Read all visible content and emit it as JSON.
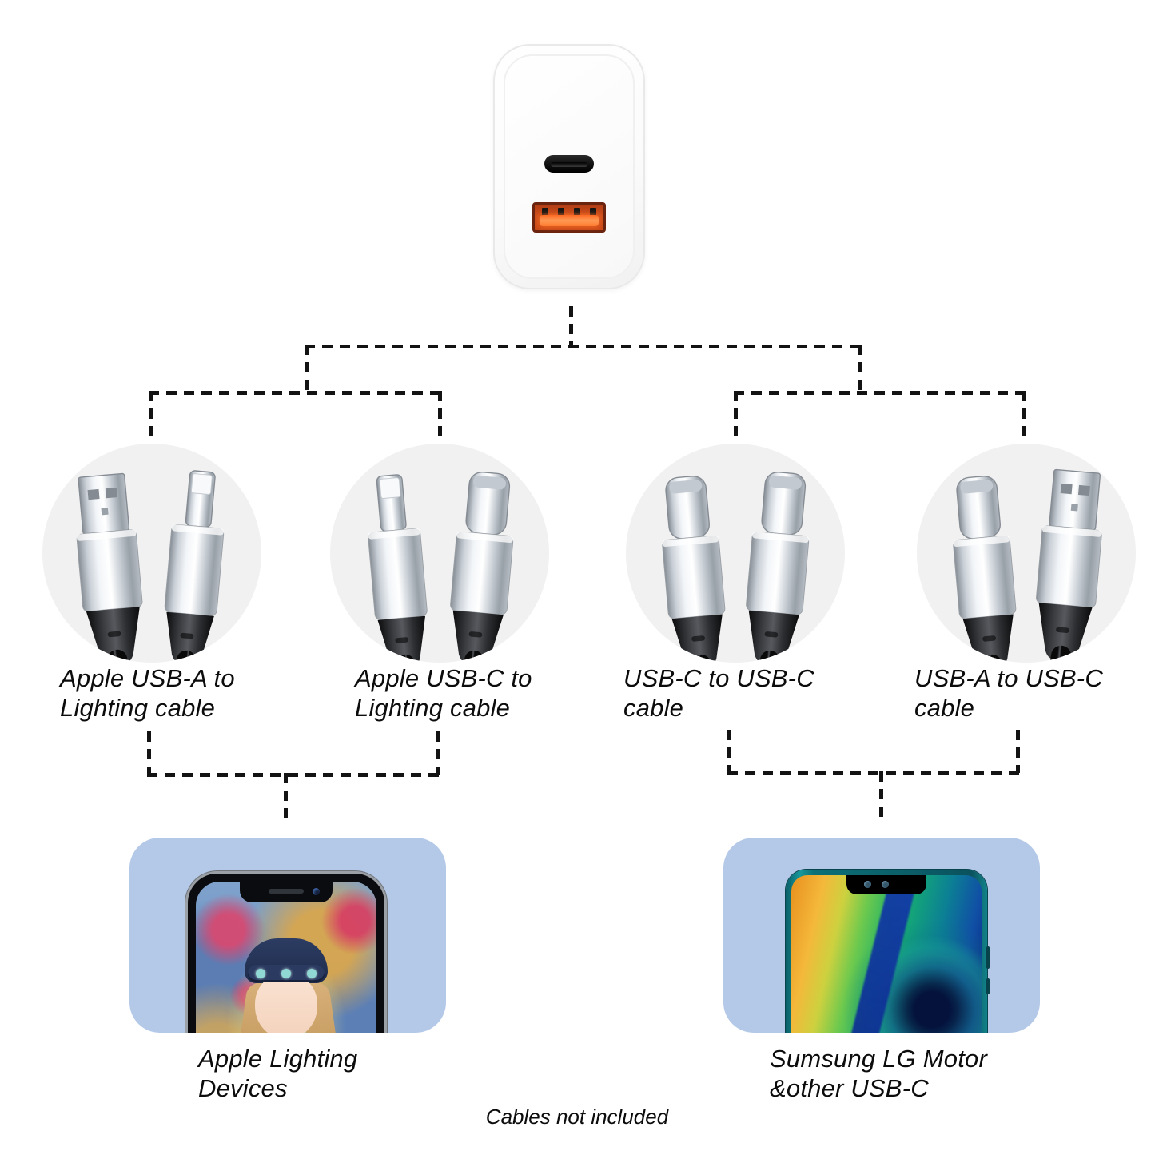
{
  "diagram": {
    "charger": {
      "description": "dual-port USB wall charger",
      "ports": [
        {
          "type": "usb-c",
          "icon": "usb-c-port-icon"
        },
        {
          "type": "usb-a",
          "icon": "usb-a-port-icon"
        }
      ]
    },
    "cables": [
      {
        "label": "Apple USB-A to\nLighting cable",
        "connectors": [
          "usb-a",
          "lightning"
        ]
      },
      {
        "label": "Apple USB-C to\nLighting cable",
        "connectors": [
          "lightning",
          "usb-c"
        ]
      },
      {
        "label": "USB-C to USB-C\ncable",
        "connectors": [
          "usb-c",
          "usb-c"
        ]
      },
      {
        "label": "USB-A to USB-C\ncable",
        "connectors": [
          "usb-c",
          "usb-a"
        ]
      }
    ],
    "devices": [
      {
        "label": "Apple Lighting\nDevices",
        "phone": "iphone-lightning-device"
      },
      {
        "label": "Sumsung LG Motor\n&other USB-C",
        "phone": "usb-c-android-device"
      }
    ],
    "footnote": "Cables not included",
    "connector_icons": {
      "usb_a": "usb-a-connector-icon",
      "lightning": "lightning-connector-icon",
      "usb_c": "usb-c-connector-icon"
    },
    "colors": {
      "device_panel_blue": "#b4c9e8",
      "circle_gray": "#f1f1f1",
      "line_black": "#131313",
      "usb_a_port_orange": "#cf4f1c",
      "usb_a_port_border": "#6b2410"
    }
  }
}
